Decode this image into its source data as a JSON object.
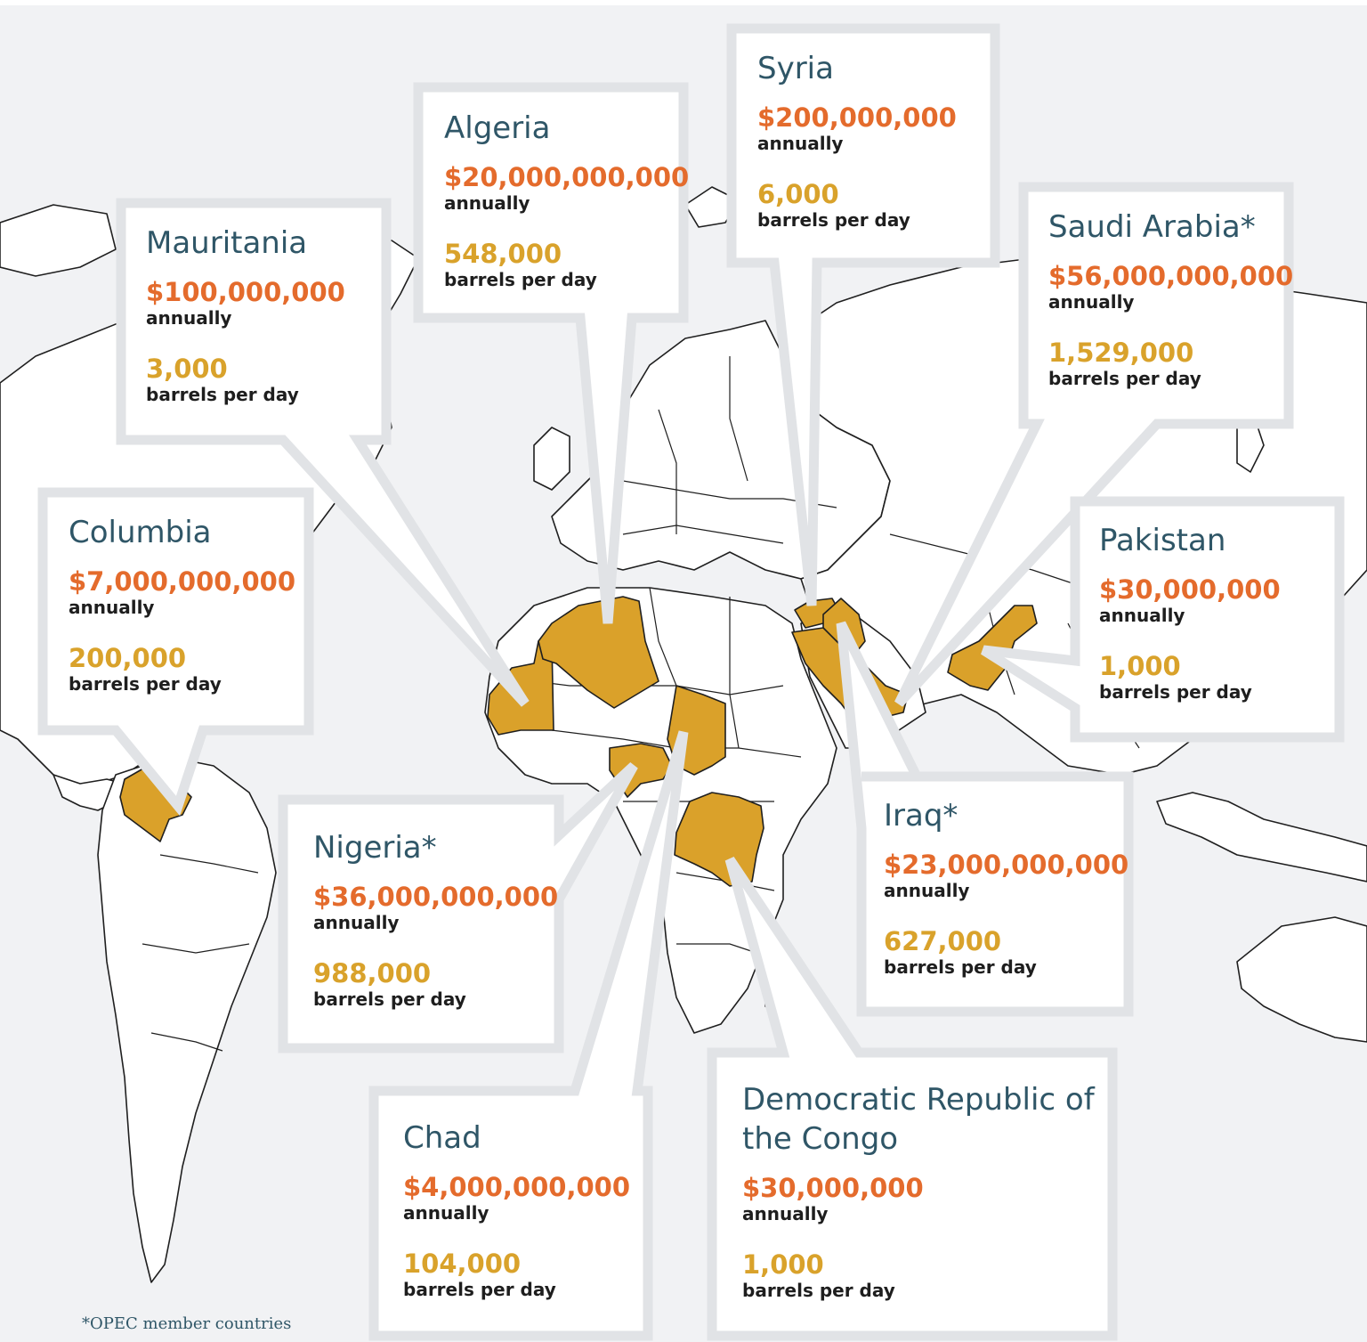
{
  "colors": {
    "background": "#f1f2f4",
    "land": "#ffffff",
    "highlight": "#daa12a",
    "country_name": "#2f5667",
    "money": "#e46b2c",
    "barrels": "#d9a22b",
    "callout_border": "#e1e3e6"
  },
  "subsidy_unit_label": "annually",
  "barrels_unit_label": "barrels per day",
  "countries": [
    {
      "key": "syria",
      "name": "Syria",
      "subsidy": "$200,000,000",
      "barrels": "6,000"
    },
    {
      "key": "algeria",
      "name": "Algeria",
      "subsidy": "$20,000,000,000",
      "barrels": "548,000"
    },
    {
      "key": "saudi",
      "name": "Saudi Arabia*",
      "subsidy": "$56,000,000,000",
      "barrels": "1,529,000"
    },
    {
      "key": "mauritania",
      "name": "Mauritania",
      "subsidy": "$100,000,000",
      "barrels": "3,000"
    },
    {
      "key": "columbia",
      "name": "Columbia",
      "subsidy": "$7,000,000,000",
      "barrels": "200,000"
    },
    {
      "key": "pakistan",
      "name": "Pakistan",
      "subsidy": "$30,000,000",
      "barrels": "1,000"
    },
    {
      "key": "iraq",
      "name": "Iraq*",
      "subsidy": "$23,000,000,000",
      "barrels": "627,000"
    },
    {
      "key": "nigeria",
      "name": "Nigeria*",
      "subsidy": "$36,000,000,000",
      "barrels": "988,000"
    },
    {
      "key": "chad",
      "name": "Chad",
      "subsidy": "$4,000,000,000",
      "barrels": "104,000"
    },
    {
      "key": "drc",
      "name": "Democratic Republic of the Congo",
      "subsidy": "$30,000,000",
      "barrels": "1,000"
    }
  ],
  "footnote": "*OPEC member countries"
}
